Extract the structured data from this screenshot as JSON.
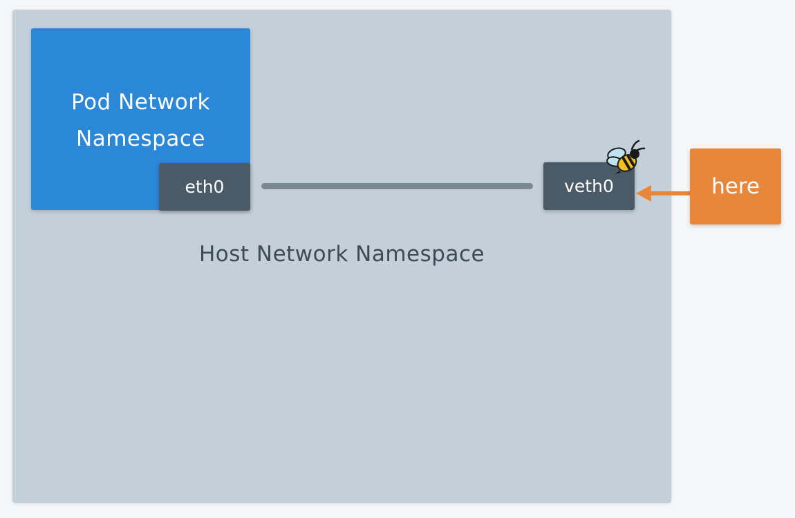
{
  "diagram": {
    "host_namespace": {
      "label": "Host Network Namespace"
    },
    "pod_namespace": {
      "label_line1": "Pod Network",
      "label_line2": "Namespace"
    },
    "pod_interface": {
      "label": "eth0"
    },
    "host_interface": {
      "label": "veth0"
    },
    "callout": {
      "label": "here"
    },
    "icons": {
      "marker": "bee-icon",
      "pointer": "arrow-left-icon"
    },
    "colors": {
      "host_namespace": "#c3cfd9",
      "pod_namespace": "#2b87d8",
      "interface": "#4b5a67",
      "link": "#7a8893",
      "callout": "#e8873a"
    }
  }
}
